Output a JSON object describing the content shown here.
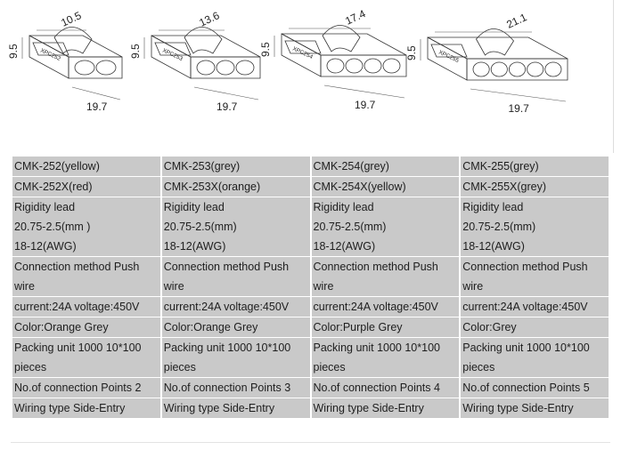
{
  "connectors": [
    {
      "model": "XPC252",
      "width": "10.5",
      "height": "9.5",
      "length": "19.7",
      "holes": 2
    },
    {
      "model": "XPC253",
      "width": "13.6",
      "height": "9.5",
      "length": "19.7",
      "holes": 3
    },
    {
      "model": "XPC254",
      "width": "17.4",
      "height": "9.5",
      "length": "19.7",
      "holes": 4
    },
    {
      "model": "XPC255",
      "width": "21.1",
      "height": "9.5",
      "length": "19.7",
      "holes": 5
    }
  ],
  "table": {
    "rows": [
      {
        "cells": [
          [
            "CMK-252(yellow)"
          ],
          [
            "CMK-253(grey)"
          ],
          [
            "CMK-254(grey)"
          ],
          [
            "CMK-255(grey)"
          ]
        ]
      },
      {
        "cells": [
          [
            "CMK-252X(red)"
          ],
          [
            "CMK-253X(orange)"
          ],
          [
            "CMK-254X(yellow)"
          ],
          [
            "CMK-255X(grey)"
          ]
        ]
      },
      {
        "cells": [
          [
            "Rigidity lead",
            "20.75-2.5(mm )",
            "18-12(AWG)"
          ],
          [
            "Rigidity lead",
            "20.75-2.5(mm)",
            "18-12(AWG)"
          ],
          [
            "Rigidity lead",
            "20.75-2.5(mm)",
            "18-12(AWG)"
          ],
          [
            "Rigidity lead",
            "20.75-2.5(mm)",
            "18-12(AWG)"
          ]
        ]
      },
      {
        "cells": [
          [
            "Connection method Push",
            "wire"
          ],
          [
            "Connection method Push",
            "wire"
          ],
          [
            "Connection method Push wire"
          ],
          [
            "Connection method Push wire"
          ]
        ]
      },
      {
        "cells": [
          [
            "current:24A voltage:450V"
          ],
          [
            "current:24A voltage:450V"
          ],
          [
            "current:24A voltage:450V"
          ],
          [
            "current:24A voltage:450V"
          ]
        ]
      },
      {
        "cells": [
          [
            "Color:Orange Grey"
          ],
          [
            "Color:Orange Grey"
          ],
          [
            "Color:Purple Grey"
          ],
          [
            "Color:Grey"
          ]
        ]
      },
      {
        "cells": [
          [
            "Packing unit 1000 10*100",
            "pieces"
          ],
          [
            "Packing unit 1000 10*100",
            "pieces"
          ],
          [
            "Packing unit 1000 10*100",
            "pieces"
          ],
          [
            "Packing unit 1000 10*100",
            "pieces"
          ]
        ]
      },
      {
        "cells": [
          [
            "No.of connection Points 2"
          ],
          [
            "No.of connection Points 3"
          ],
          [
            "No.of connection Points 4"
          ],
          [
            "No.of connection Points 5"
          ]
        ]
      },
      {
        "cells": [
          [
            "Wiring type Side-Entry"
          ],
          [
            "Wiring type Side-Entry"
          ],
          [
            "Wiring type Side-Entry"
          ],
          [
            "Wiring type Side-Entry"
          ]
        ]
      }
    ]
  }
}
